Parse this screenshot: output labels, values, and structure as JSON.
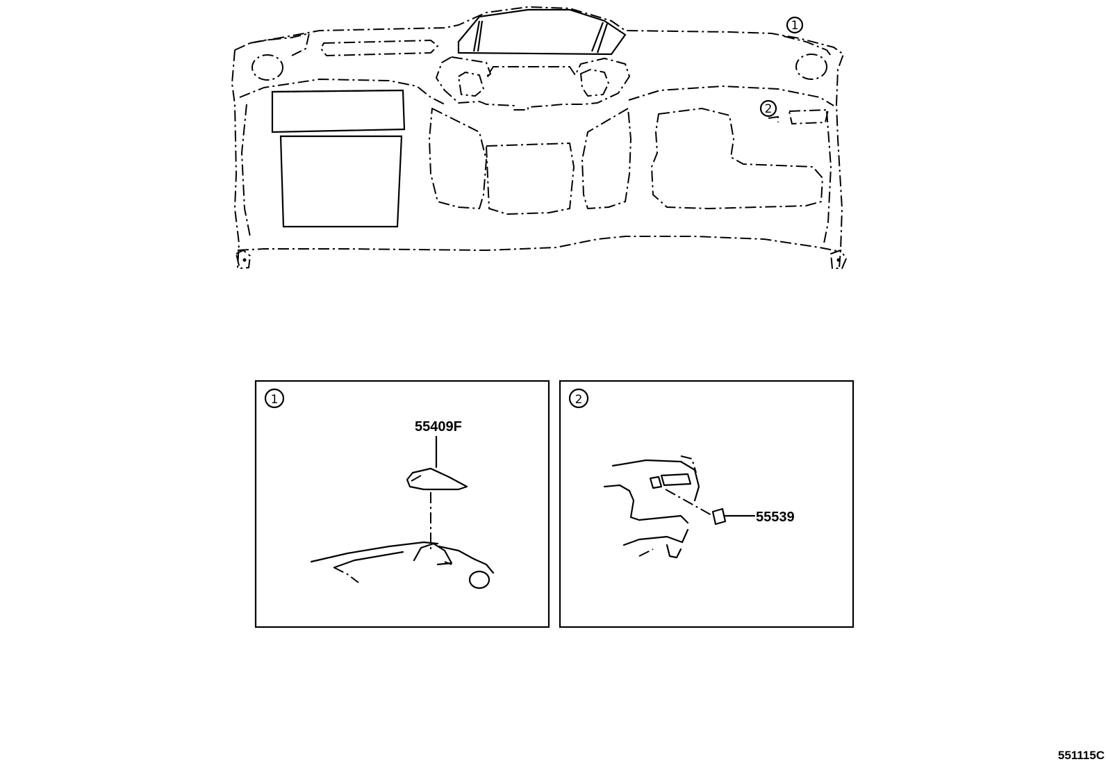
{
  "overview": {
    "callouts": [
      {
        "id": "1",
        "glyph": "①"
      },
      {
        "id": "2",
        "glyph": "②"
      }
    ]
  },
  "detail_panels": [
    {
      "callout": "①",
      "part_number": "55409F"
    },
    {
      "callout": "②",
      "part_number": "55539"
    }
  ],
  "drawing_number": "551115C"
}
